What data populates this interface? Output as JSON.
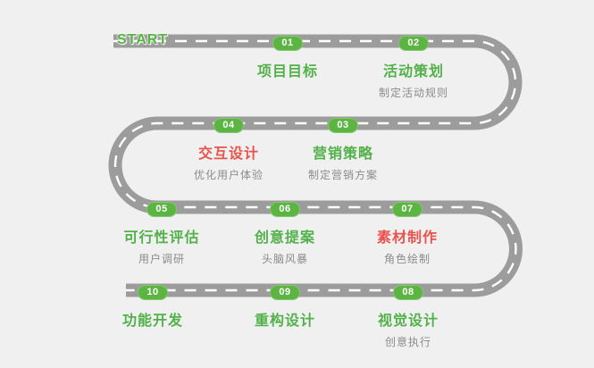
{
  "diagram": {
    "start_label": "START",
    "colors": {
      "road": "#9c9c9c",
      "road_dash": "#ffffff",
      "green": "#55b345",
      "red": "#e8534e",
      "subtitle_gray": "#8b8b8b",
      "background": "#f0f0f0"
    },
    "steps": [
      {
        "num": "01",
        "title": "项目目标",
        "subtitle": ""
      },
      {
        "num": "02",
        "title": "活动策划",
        "subtitle": "制定活动规则"
      },
      {
        "num": "03",
        "title": "营销策略",
        "subtitle": "制定营销方案"
      },
      {
        "num": "04",
        "title": "交互设计",
        "subtitle": "优化用户体验"
      },
      {
        "num": "05",
        "title": "可行性评估",
        "subtitle": "用户调研"
      },
      {
        "num": "06",
        "title": "创意提案",
        "subtitle": "头脑风暴"
      },
      {
        "num": "07",
        "title": "素材制作",
        "subtitle": "角色绘制"
      },
      {
        "num": "08",
        "title": "视觉设计",
        "subtitle": "创意执行"
      },
      {
        "num": "09",
        "title": "重构设计",
        "subtitle": ""
      },
      {
        "num": "10",
        "title": "功能开发",
        "subtitle": ""
      }
    ]
  }
}
